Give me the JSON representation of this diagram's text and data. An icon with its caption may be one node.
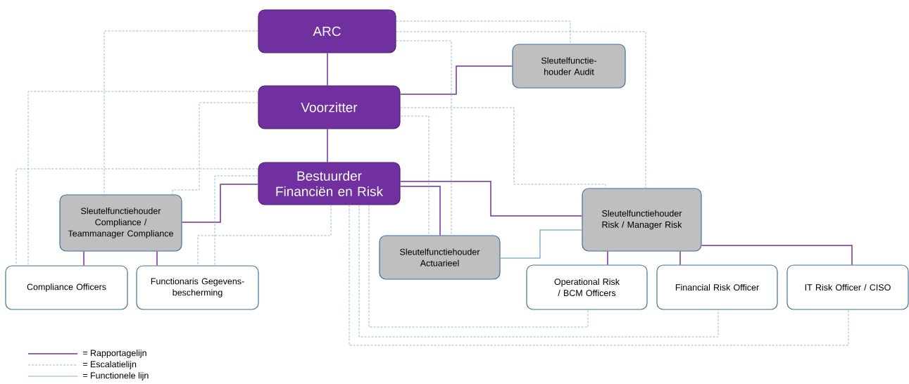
{
  "diagram": {
    "nodes": [
      {
        "text": [
          "ARC"
        ]
      },
      {
        "text": [
          "Voorzitter"
        ]
      },
      {
        "text": [
          "Bestuurder Financiën en Risk"
        ]
      },
      {
        "text": [
          "Sleutelfunctie- houder Audit"
        ]
      },
      {
        "text": [
          "Sleutelfunctiehouder Compliance / Teammanager Compliance"
        ]
      },
      {
        "text": [
          "Compliance Officers"
        ]
      },
      {
        "text": [
          "Functionaris Gegevens- bescherming"
        ]
      },
      {
        "text": [
          "Sleutelfunctiehouder Actuarieel"
        ]
      },
      {
        "text": [
          "Sleutelfunctiehouder Risk / Manager Risk"
        ]
      },
      {
        "text": [
          "Operational Risk / BCM Officers"
        ]
      },
      {
        "text": [
          "Financial Risk Officer"
        ]
      },
      {
        "text": [
          "IT Risk Officer / CISO"
        ]
      }
    ],
    "edges": [
      {
        "from": 0,
        "to": 1,
        "arrow": "none",
        "color": "#7030a0"
      },
      {
        "from": 1,
        "to": 3,
        "arrow": "none",
        "color": "#7030a0"
      },
      {
        "from": 1,
        "to": 2,
        "arrow": "none",
        "color": "#7030a0"
      },
      {
        "from": 2,
        "to": 4,
        "arrow": "none",
        "color": "#7030a0"
      },
      {
        "from": 2,
        "to": 7,
        "arrow": "none",
        "color": "#7030a0"
      },
      {
        "from": 2,
        "to": 8,
        "arrow": "none",
        "color": "#7030a0"
      },
      {
        "from": 4,
        "to": 5,
        "arrow": "none",
        "color": "#7030a0"
      },
      {
        "from": 4,
        "to": 6,
        "arrow": "none",
        "color": "#7030a0"
      },
      {
        "from": 8,
        "to": 9,
        "arrow": "none",
        "color": "#7030a0"
      },
      {
        "from": 8,
        "to": 10,
        "arrow": "none",
        "color": "#7030a0"
      },
      {
        "from": 8,
        "to": 11,
        "arrow": "none",
        "color": "#7030a0"
      },
      {
        "from": 7,
        "to": 8,
        "arrow": "none",
        "color": "#8db3c8"
      },
      {
        "from": 0,
        "to": 4,
        "arrow": "none",
        "style": "dashed"
      },
      {
        "from": 1,
        "to": 5,
        "arrow": "none",
        "style": "dashed"
      },
      {
        "from": 2,
        "to": 5,
        "arrow": "none",
        "style": "dashed"
      },
      {
        "from": 1,
        "to": 4,
        "arrow": "none",
        "style": "dashed"
      },
      {
        "from": 2,
        "to": 6,
        "arrow": "none",
        "style": "dashed"
      },
      {
        "from": 2,
        "to": 6,
        "arrow": "none",
        "style": "dashed"
      },
      {
        "from": 0,
        "to": 3,
        "arrow": "none",
        "style": "dashed"
      },
      {
        "from": 0,
        "to": 8,
        "arrow": "none",
        "style": "dashed"
      },
      {
        "from": 0,
        "to": 7,
        "arrow": "none",
        "style": "dashed"
      },
      {
        "from": 1,
        "to": 8,
        "arrow": "none",
        "style": "dashed"
      },
      {
        "from": 1,
        "to": 7,
        "arrow": "none",
        "style": "dashed"
      },
      {
        "from": 2,
        "to": 11,
        "arrow": "none",
        "style": "dashed"
      },
      {
        "from": 2,
        "to": 10,
        "arrow": "none",
        "style": "dashed"
      },
      {
        "from": 2,
        "to": 9,
        "arrow": "none",
        "style": "dashed"
      }
    ],
    "legend": [
      {
        "text": "= Rapportagelijn"
      },
      {
        "text": "= Escalatielijn"
      },
      {
        "text": "= Functionele lijn"
      }
    ]
  }
}
